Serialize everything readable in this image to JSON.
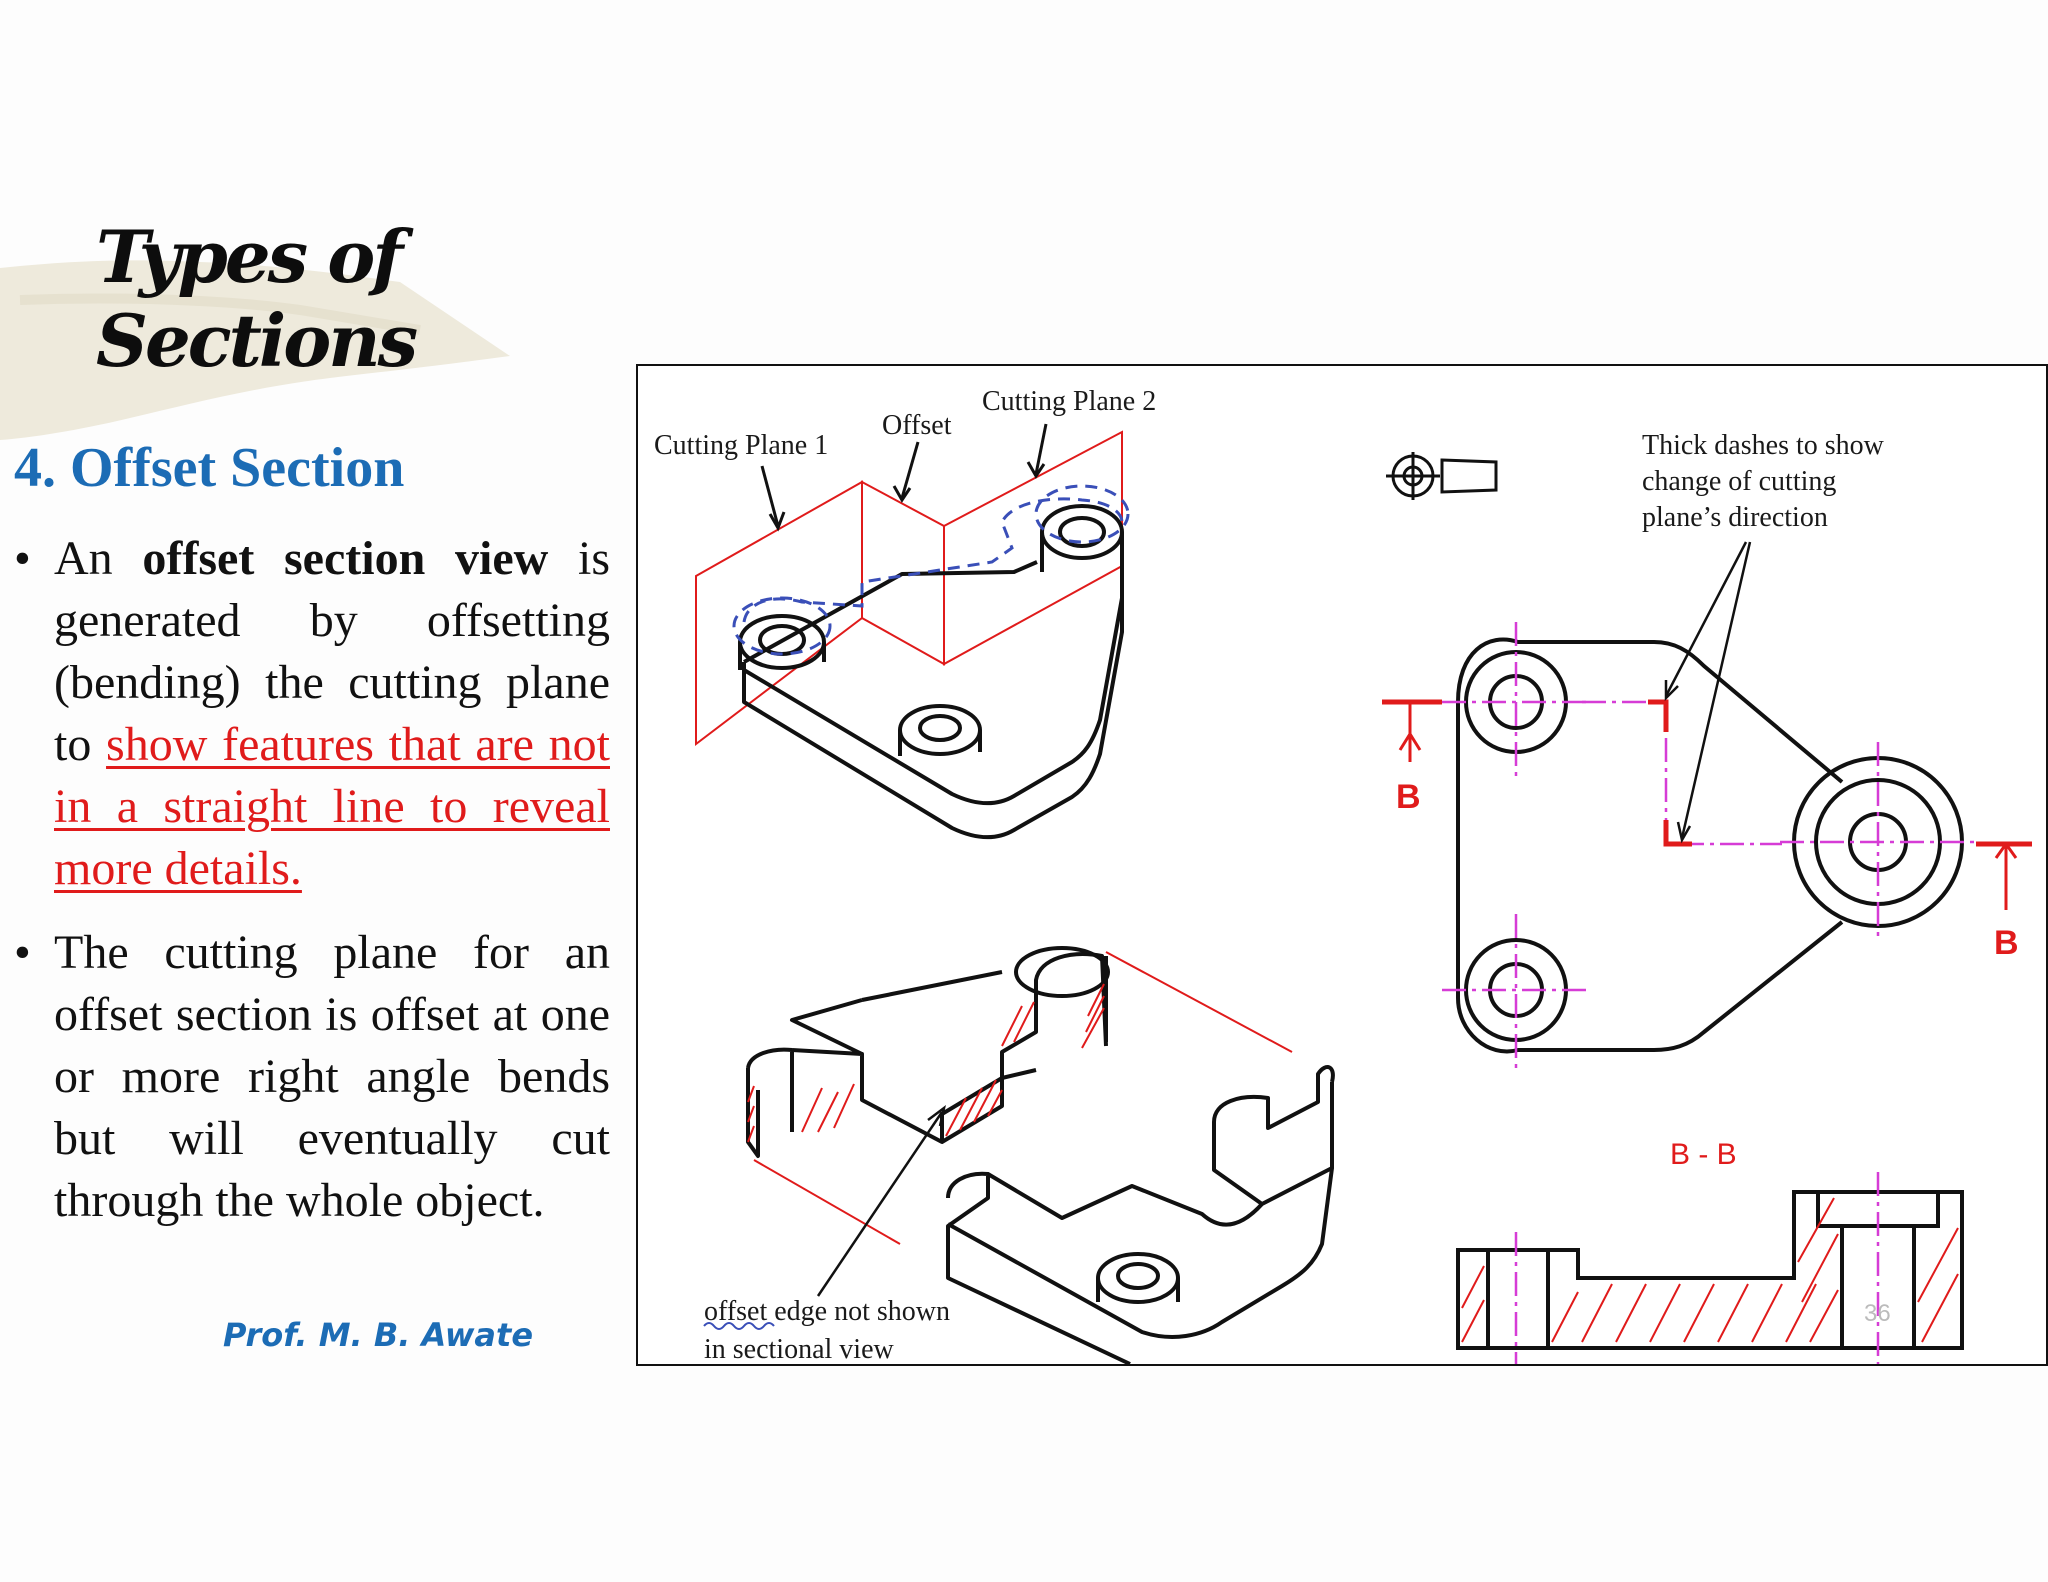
{
  "slide": {
    "title_line1": "Types of",
    "title_line2": "Sections",
    "subtitle": "4. Offset Section",
    "bullet1": {
      "pre": "An ",
      "bold": "offset section view",
      "mid": " is generated by offsetting (bending) the cutting plane to ",
      "red": "show features that are not in a straight line to reveal more details."
    },
    "bullet2": "The cutting plane for an offset section is offset at one or more right angle bends but will eventually cut through the whole object.",
    "author": "Prof. M. B. Awate",
    "page_number": "36"
  },
  "figure": {
    "label_cutting_plane_1": "Cutting Plane 1",
    "label_offset": "Offset",
    "label_cutting_plane_2": "Cutting Plane 2",
    "label_thick_dashes_1": "Thick dashes to show",
    "label_thick_dashes_2": "change of cutting",
    "label_thick_dashes_3": "plane’s direction",
    "label_section_marker": "B",
    "label_section_view": "B - B",
    "label_offset_edge_1": "offset edge not shown",
    "label_offset_edge_2": "in sectional view"
  },
  "colors": {
    "accent_blue": "#1c6cb5",
    "highlight_red": "#e01b1b",
    "center_line_magenta": "#d63cd6",
    "hidden_line_blue": "#3a4fb8"
  }
}
